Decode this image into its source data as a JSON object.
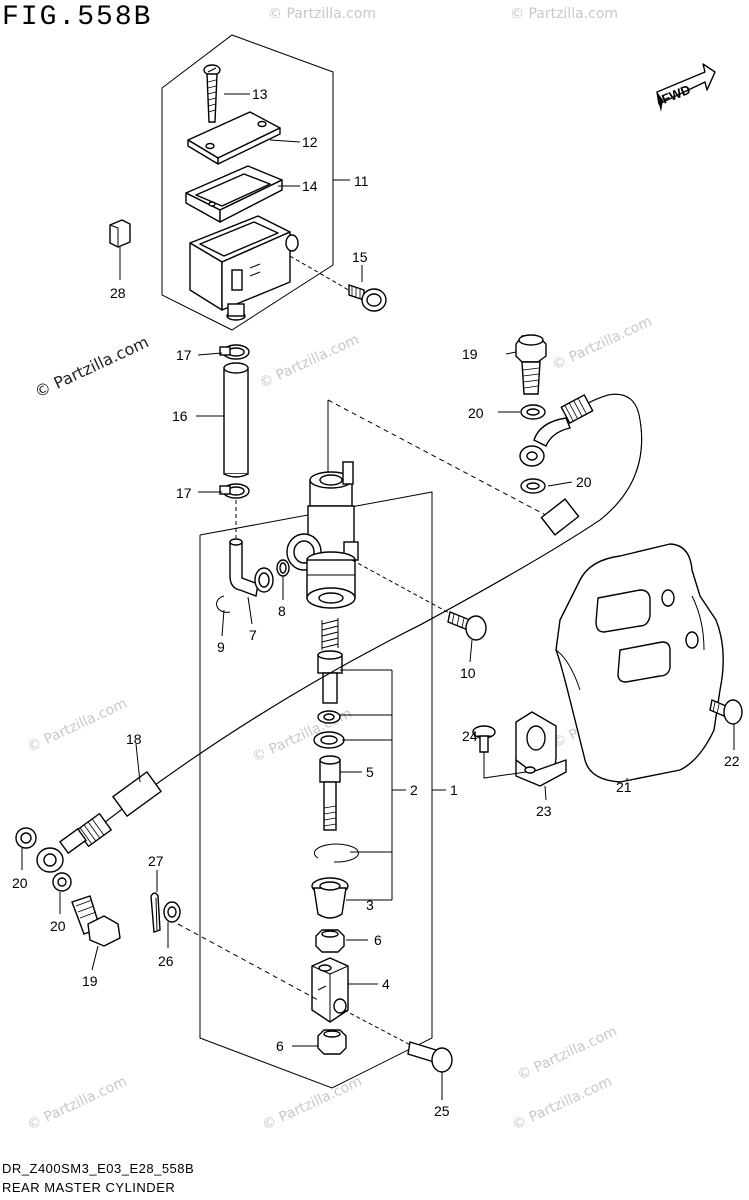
{
  "figure_title": "FIG.558B",
  "footer": {
    "model_code": "DR_Z400SM3_E03_E28_558B",
    "assembly_name": "REAR MASTER CYLINDER"
  },
  "fwd_label": "FWD",
  "watermark": "© Partzilla.com",
  "callouts": {
    "c1": "1",
    "c2": "2",
    "c3": "3",
    "c4": "4",
    "c5": "5",
    "c6a": "6",
    "c6b": "6",
    "c7": "7",
    "c8": "8",
    "c9": "9",
    "c10": "10",
    "c11": "11",
    "c12": "12",
    "c13": "13",
    "c14": "14",
    "c15": "15",
    "c16": "16",
    "c17a": "17",
    "c17b": "17",
    "c18": "18",
    "c19a": "19",
    "c19b": "19",
    "c20a": "20",
    "c20b": "20",
    "c20c": "20",
    "c20d": "20",
    "c21": "21",
    "c22": "22",
    "c23": "23",
    "c24": "24",
    "c25": "25",
    "c26": "26",
    "c27": "27",
    "c28": "28"
  }
}
